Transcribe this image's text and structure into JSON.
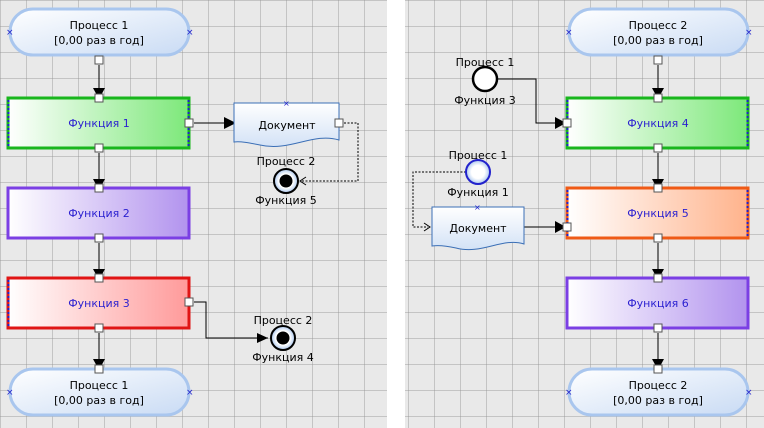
{
  "left": {
    "start_event": {
      "line1": "Процесс 1",
      "line2": "[0,00 раз в год]"
    },
    "functions": [
      "Функция 1",
      "Функция 2",
      "Функция 3"
    ],
    "end_event": {
      "line1": "Процесс 1",
      "line2": "[0,00 раз в год]"
    },
    "document": "Документ",
    "link1": {
      "title": "Процесс 2",
      "subtitle": "Функция 5"
    },
    "link2": {
      "title": "Процесс 2",
      "subtitle": "Функция 4"
    }
  },
  "right": {
    "start_event": {
      "line1": "Процесс 2",
      "line2": "[0,00 раз в год]"
    },
    "functions": [
      "Функция 4",
      "Функция 5",
      "Функция 6"
    ],
    "end_event": {
      "line1": "Процесс 2",
      "line2": "[0,00 раз в год]"
    },
    "document": "Документ",
    "link1": {
      "title": "Процесс 1",
      "subtitle": "Функция 3"
    },
    "link2": {
      "title": "Процесс 1",
      "subtitle": "Функция 1"
    }
  },
  "colors": {
    "function_text": "#2a1fd0",
    "green": "#19b61d",
    "purple": "#7b3fe4",
    "red": "#e01515",
    "orange": "#ef5a16",
    "event_border": "#a9c6ee",
    "connector": "#000000"
  }
}
